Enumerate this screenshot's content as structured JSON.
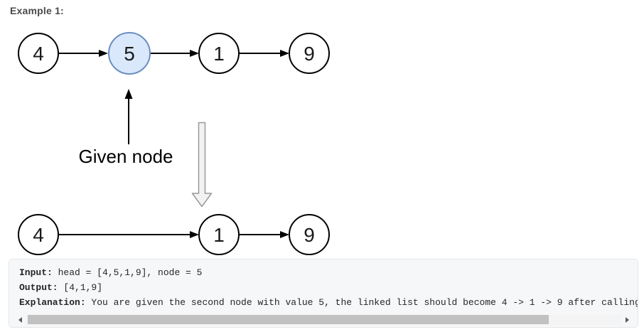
{
  "example_heading": "Example 1:",
  "diagram": {
    "given_node_label": "Given node",
    "before_list": {
      "nodes": [
        "4",
        "5",
        "1",
        "9"
      ],
      "highlighted_index": 1,
      "highlighted_value": "5"
    },
    "after_list": {
      "nodes": [
        "4",
        "1",
        "9"
      ]
    },
    "colors": {
      "highlighted_node_fill": "#dae8fc",
      "highlighted_node_border": "#6c8ebf",
      "node_border": "#000000",
      "arrow": "#000000",
      "transform_arrow_fill": "#f2f2f2",
      "transform_arrow_border": "#999999"
    }
  },
  "code_block": {
    "lines": [
      {
        "label": "Input:",
        "text": " head = [4,5,1,9], node = 5"
      },
      {
        "label": "Output:",
        "text": " [4,1,9]"
      },
      {
        "label": "Explanation:",
        "text": " You are given the second node with value 5, the linked list should become 4 -> 1 -> 9 after calling"
      }
    ]
  },
  "scrollbar": {
    "orientation": "horizontal",
    "thumb_color": "#c1c1c1"
  }
}
